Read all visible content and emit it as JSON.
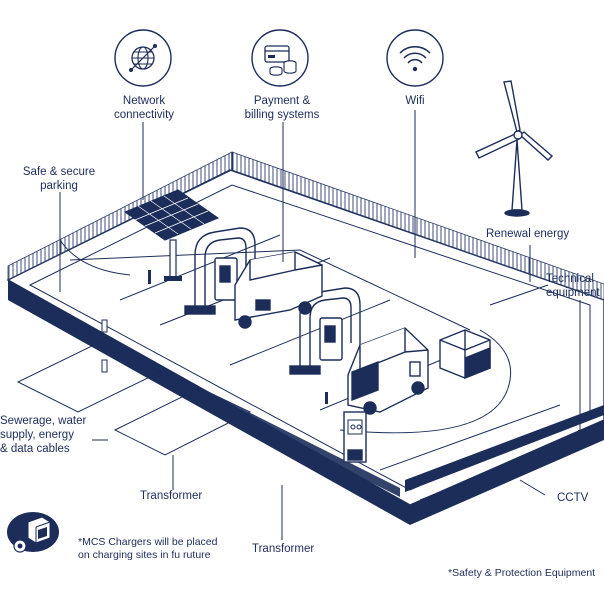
{
  "colors": {
    "navy": "#1c2d5a",
    "line": "#2a3b6b",
    "light": "#eef1f7",
    "white": "#ffffff"
  },
  "icons": {
    "network": "globe-network-icon",
    "payment": "payment-card-coins-icon",
    "wifi": "wifi-icon",
    "mcs": "mcs-charger-plug-icon"
  },
  "labels": {
    "network": [
      "Network",
      "connectivity"
    ],
    "payment": [
      "Payment &",
      "billing systems"
    ],
    "wifi": "Wifi",
    "parking": [
      "Safe & secure",
      "parking"
    ],
    "renewable": "Renewal energy",
    "technical": [
      "Technical",
      "equipment"
    ],
    "sewerage": [
      "Sewerage, water",
      "supply, energy",
      "& data cables"
    ],
    "transformer1": "Transformer",
    "transformer2": "Transformer",
    "cctv": "CCTV",
    "mcs_note": [
      "*MCS Chargers will be placed",
      "on charging sites in fu ruture"
    ],
    "safety": "*Safety & Protection Equipment"
  }
}
